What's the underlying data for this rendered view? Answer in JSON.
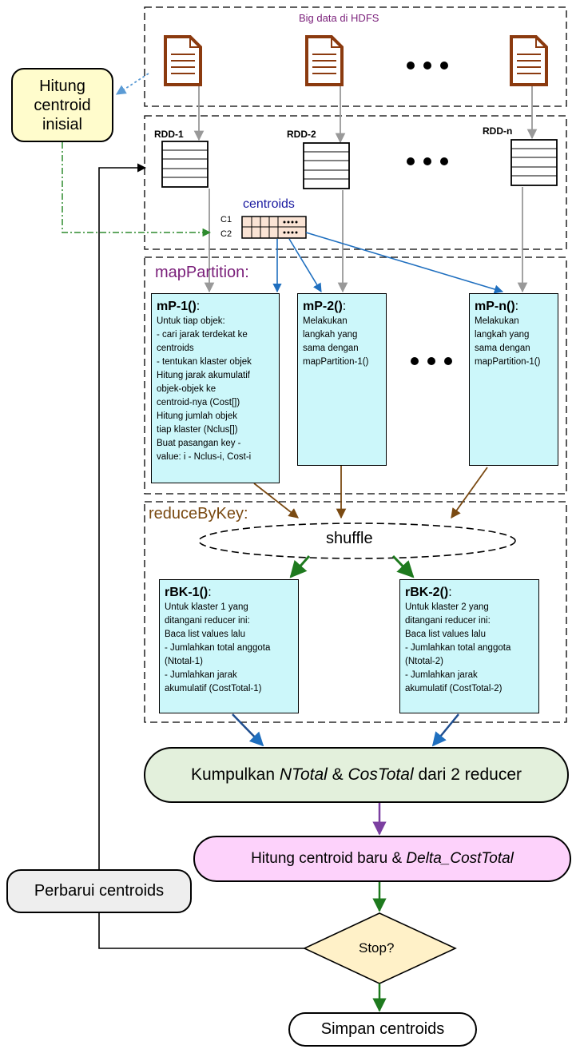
{
  "top_label": "Big data di HDFS",
  "init_box": {
    "lines": [
      "Hitung",
      "centroid",
      "inisial"
    ]
  },
  "rdds": [
    "RDD-1",
    "RDD-2",
    "RDD-n"
  ],
  "centroids": {
    "title": "centroids",
    "c1": "C1",
    "c2": "C2"
  },
  "map_section": "mapPartition:",
  "mp1": {
    "title": "mP-1()",
    "title_suffix": ":",
    "lines": [
      "Untuk tiap objek:",
      "- cari jarak terdekat ke",
      "centroids",
      "- tentukan klaster objek",
      "Hitung jarak akumulatif",
      "objek-objek ke",
      "centroid-nya (Cost[])",
      "Hitung jumlah objek",
      "tiap klaster (Nclus[])",
      "Buat pasangan key -",
      "value: i - Nclus-i, Cost-i"
    ]
  },
  "mp2": {
    "title": "mP-2()",
    "title_suffix": ":",
    "lines": [
      "Melakukan",
      "langkah yang",
      "sama dengan",
      "mapPartition-1()"
    ]
  },
  "mpn": {
    "title": "mP-n()",
    "title_suffix": ":",
    "lines": [
      "Melakukan",
      "langkah yang",
      "sama dengan",
      "mapPartition-1()"
    ]
  },
  "reduce_section": "reduceByKey:",
  "shuffle": "shuffle",
  "rbk1": {
    "title": "rBK-1()",
    "title_suffix": ":",
    "lines": [
      "Untuk klaster 1 yang",
      "ditangani reducer ini:",
      "Baca list values lalu",
      "- Jumlahkan total anggota",
      "(Ntotal-1)",
      "- Jumlahkan jarak",
      "akumulatif (CostTotal-1)"
    ]
  },
  "rbk2": {
    "title": "rBK-2()",
    "title_suffix": ":",
    "lines": [
      "Untuk klaster 2 yang",
      "ditangani reducer ini:",
      "Baca list values lalu",
      "- Jumlahkan total anggota",
      "(Ntotal-2)",
      "- Jumlahkan jarak",
      "akumulatif (CostTotal-2)"
    ]
  },
  "collect": {
    "pre": "Kumpulkan ",
    "a": "NTotal",
    "mid": " & ",
    "b": "CosTotal",
    "post": " dari 2 reducer"
  },
  "newcentroid": {
    "pre": "Hitung centroid baru & ",
    "b": "Delta_CostTotal"
  },
  "update": "Perbarui centroids",
  "stop": "Stop?",
  "save": "Simpan centroids",
  "colors": {
    "init_fill": "#fffccc",
    "cyan": "#ccf7fa",
    "green_fill": "#e3f0dc",
    "pink_fill": "#fdd2fb",
    "gray_fill": "#eeeeee",
    "diamond_fill": "#fff1c8",
    "doc": "#8b3a0f",
    "purple_text": "#7a1f7a",
    "brown_text": "#7a4a12"
  }
}
